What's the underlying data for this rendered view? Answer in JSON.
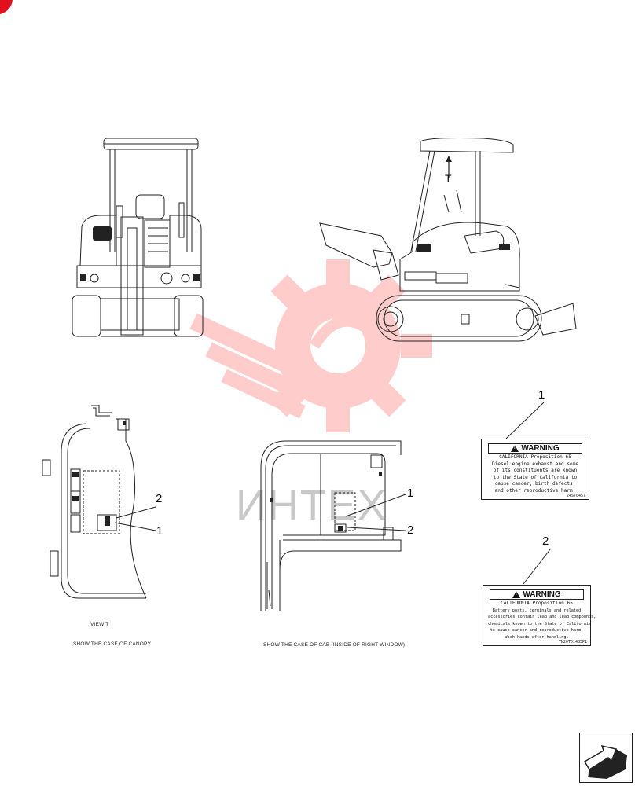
{
  "watermark": {
    "text": "ИНТЕХ",
    "color": "#ff4d4d"
  },
  "callouts": {
    "top_right_1": "1",
    "top_right_2": "2",
    "canopy_1": "1",
    "canopy_2": "2",
    "cab_1": "1",
    "cab_2": "2",
    "view_marker": "T"
  },
  "captions": {
    "view_t": "VIEW T",
    "canopy": "SHOW THE CASE OF CANOPY",
    "cab": "SHOW THE CASE OF CAB (INSIDE OF RIGHT WINDOW)"
  },
  "labels": [
    {
      "heading": "WARNING",
      "lines": [
        "CALIFORNIA Proposition 65",
        "Diesel engine exhaust and some",
        "of its constituents are known",
        "to the State of California to",
        "cause cancer, birth defects,",
        "and other reproductive harm."
      ],
      "code": "24S70457"
    },
    {
      "heading": "WARNING",
      "lines": [
        "CALIFORNIA Proposition 65",
        "Battery posts, terminals and related",
        "accessories contain lead and lead compounds,",
        "chemicals known to the State of California",
        "to cause cancer and reproductive harm.",
        "Wash hands after handling."
      ],
      "code": "YN20T01485P1"
    }
  ],
  "icons": {
    "nav": "next-page-arrow-icon",
    "corner": "corner-mark-icon",
    "warning": "warning-triangle-icon"
  }
}
